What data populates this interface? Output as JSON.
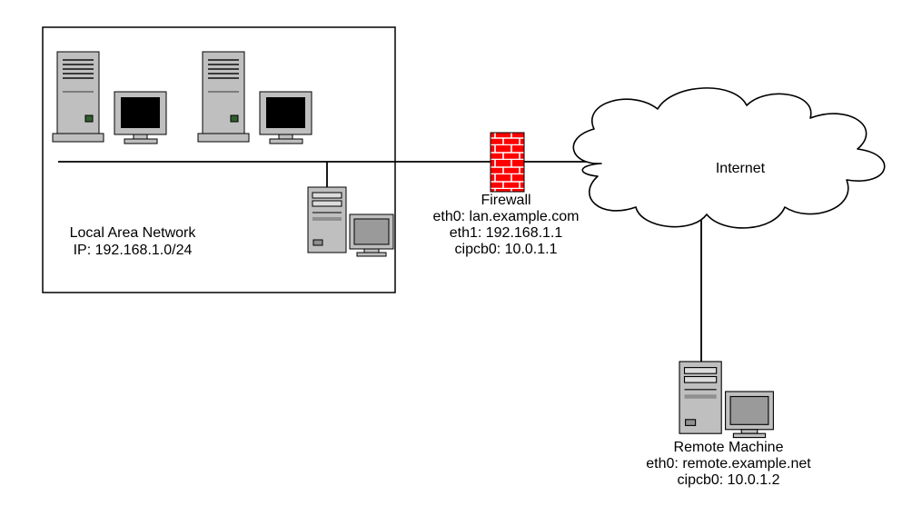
{
  "lan": {
    "title": "Local Area Network",
    "ip": "IP: 192.168.1.0/24"
  },
  "firewall": {
    "title": "Firewall",
    "eth0": "eth0: lan.example.com",
    "eth1": "eth1: 192.168.1.1",
    "cipcb0": "cipcb0: 10.0.1.1"
  },
  "internet": {
    "label": "Internet"
  },
  "remote": {
    "title": "Remote Machine",
    "eth0": "eth0: remote.example.net",
    "cipcb0": "cipcb0: 10.0.1.2"
  },
  "colors": {
    "firewall_brick": "#ff0000",
    "mortar": "#ffffff",
    "line": "#000000",
    "chassis": "#bfbfbf"
  }
}
